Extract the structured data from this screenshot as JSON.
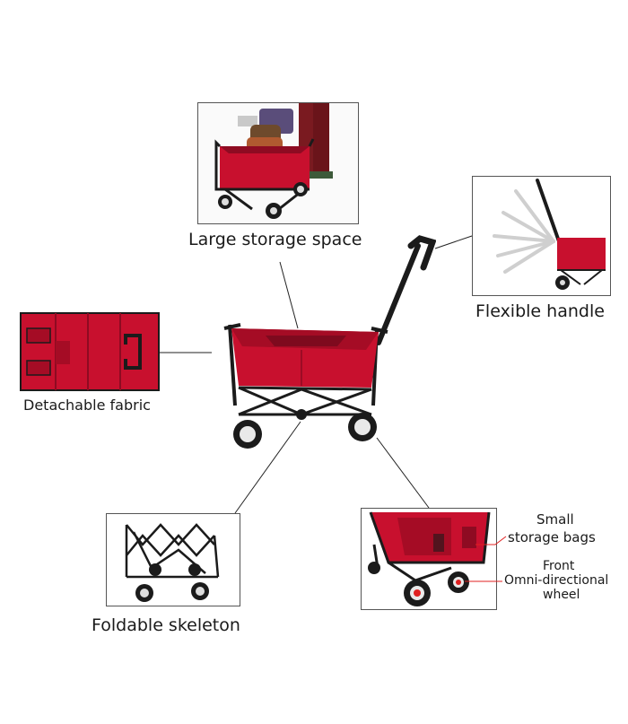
{
  "labels": {
    "large_storage": "Large storage space",
    "flexible_handle": "Flexible handle",
    "detachable_fabric": "Detachable fabric",
    "foldable_skeleton": "Foldable skeleton",
    "small_bags_1": "Small",
    "small_bags_2": "storage bags",
    "front_wheel_1": "Front",
    "front_wheel_2": "Omni-directional",
    "front_wheel_3": "wheel"
  },
  "colors": {
    "fabric_red": "#c8102e",
    "fabric_dark": "#8e0b22",
    "frame": "#1b1b1b",
    "callout_red": "#e02020"
  }
}
